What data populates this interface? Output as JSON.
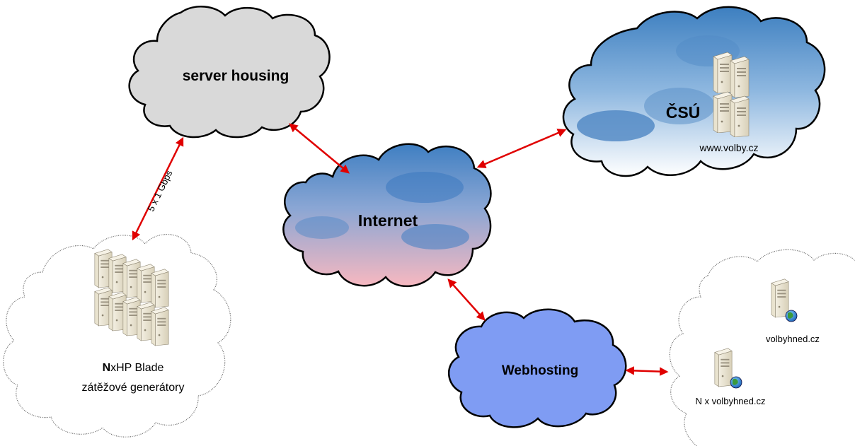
{
  "nodes": {
    "server_housing": {
      "label": "server housing",
      "fill": "#d9d9d9"
    },
    "internet": {
      "label": "Internet",
      "fill_top": "#4a86c5",
      "fill_bottom": "#f4b6c0"
    },
    "csu": {
      "label": "ČSÚ",
      "sublabel": "www.volby.cz",
      "fill_top": "#4e8cc8",
      "fill_bottom": "#ffffff"
    },
    "webhosting": {
      "label": "Webhosting",
      "fill": "#7f9cf3"
    },
    "generators": {
      "label_n": "N",
      "label_rest": "xHP Blade",
      "label_line2": "zátěžové generátory"
    },
    "volbyhned": {
      "label_single": "volbyhned.cz",
      "label_multi": "N x volbyhned.cz"
    }
  },
  "links": {
    "housing_generators_label": "5 x 1 Gbps",
    "arrow_color": "#e00000"
  },
  "icons": [
    "server-tower-icon",
    "globe-icon"
  ]
}
